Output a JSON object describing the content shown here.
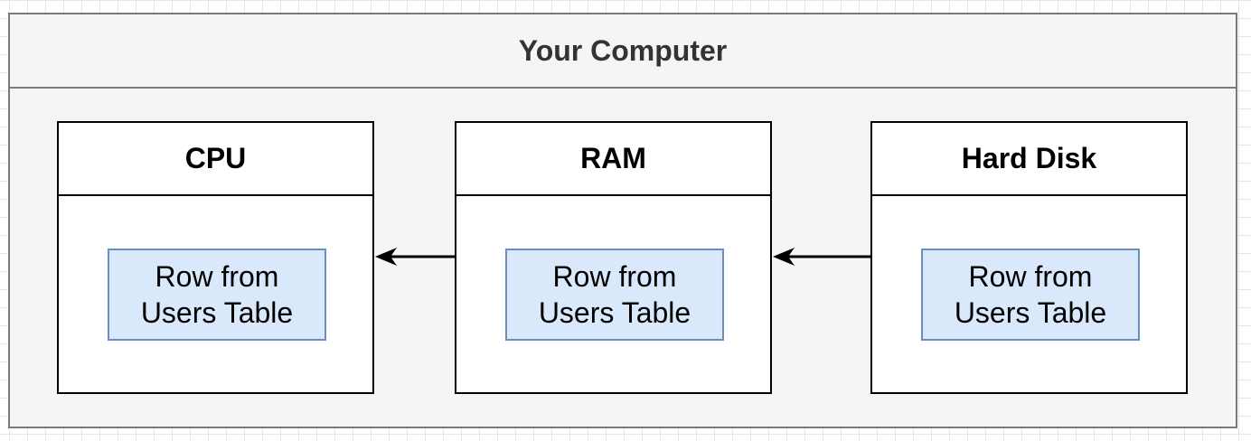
{
  "diagram": {
    "title": "Your Computer",
    "components": [
      {
        "title": "CPU",
        "content": "Row from Users Table"
      },
      {
        "title": "RAM",
        "content": "Row from Users Table"
      },
      {
        "title": "Hard Disk",
        "content": "Row from Users Table"
      }
    ],
    "connections": [
      {
        "from": "RAM",
        "to": "CPU"
      },
      {
        "from": "Hard Disk",
        "to": "RAM"
      }
    ],
    "colors": {
      "container_fill": "#f5f5f5",
      "container_stroke": "#7a7a7a",
      "row_fill": "#dae8fc",
      "row_stroke": "#6c8ebf",
      "arrow": "#000000"
    }
  }
}
